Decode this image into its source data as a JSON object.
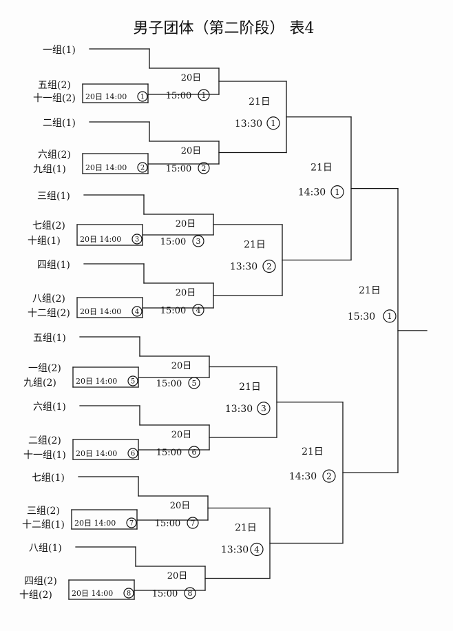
{
  "title": "男子团体（第二阶段） 表4",
  "ink_color": "#111111",
  "entries": [
    "一组(1)",
    "五组(2)",
    "十一组(2)",
    "二组(1)",
    "六组(2)",
    "九组(1)",
    "三组(1)",
    "七组(2)",
    "十组(1)",
    "四组(1)",
    "八组(2)",
    "十二组(2)",
    "五组(1)",
    "一组(2)",
    "九组(2)",
    "六组(1)",
    "二组(2)",
    "十一组(1)",
    "七组(1)",
    "三组(2)",
    "十二组(1)",
    "八组(1)",
    "四组(2)",
    "十组(2)"
  ],
  "prelim_matches": [
    {
      "time": "20日 14:00",
      "no": "1"
    },
    {
      "time": "20日 14:00",
      "no": "2"
    },
    {
      "time": "20日 14:00",
      "no": "3"
    },
    {
      "time": "20日 14:00",
      "no": "4"
    },
    {
      "time": "20日 14:00",
      "no": "5"
    },
    {
      "time": "20日 14:00",
      "no": "6"
    },
    {
      "time": "20日 14:00",
      "no": "7"
    },
    {
      "time": "20日 14:00",
      "no": "8"
    }
  ],
  "round1_matches": [
    {
      "day": "20日",
      "time": "15:00",
      "no": "1"
    },
    {
      "day": "20日",
      "time": "15:00",
      "no": "2"
    },
    {
      "day": "20日",
      "time": "15:00",
      "no": "3"
    },
    {
      "day": "20日",
      "time": "15:00",
      "no": "4"
    },
    {
      "day": "20日",
      "time": "15:00",
      "no": "5"
    },
    {
      "day": "20日",
      "time": "15:00",
      "no": "6"
    },
    {
      "day": "20日",
      "time": "15:00",
      "no": "7"
    },
    {
      "day": "20日",
      "time": "15:00",
      "no": "8"
    }
  ],
  "round2_matches": [
    {
      "day": "21日",
      "time": "13:30",
      "no": "1"
    },
    {
      "day": "21日",
      "time": "13:30",
      "no": "2"
    },
    {
      "day": "21日",
      "time": "13:30",
      "no": "3"
    },
    {
      "day": "21日",
      "time": "13:30",
      "no": "4"
    }
  ],
  "round3_matches": [
    {
      "day": "21日",
      "time": "14:30",
      "no": "1"
    },
    {
      "day": "21日",
      "time": "14:30",
      "no": "2"
    }
  ],
  "final_match": {
    "day": "21日",
    "time": "15:30",
    "no": "1"
  }
}
